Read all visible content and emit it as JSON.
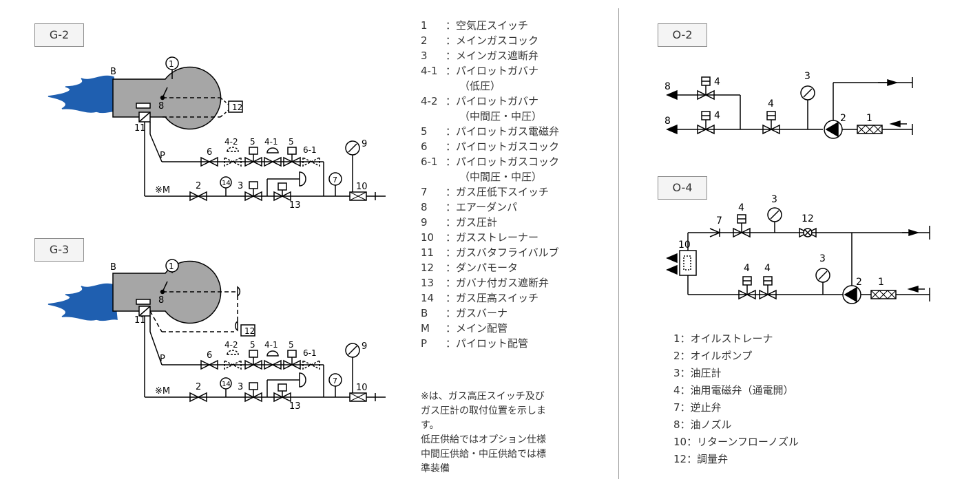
{
  "diagrams": {
    "g2": {
      "label": "G-2"
    },
    "g3": {
      "label": "G-3"
    },
    "o2": {
      "label": "O-2"
    },
    "o4": {
      "label": "O-4"
    }
  },
  "gas_marks": {
    "n1": "1",
    "n2": "2",
    "n3": "3",
    "n4_1": "4-1",
    "n4_2": "4-2",
    "n5": "5",
    "n6": "6",
    "n6_1": "6-1",
    "n7": "7",
    "n8": "8",
    "n9": "9",
    "n10": "10",
    "n11": "11",
    "n12": "12",
    "n13": "13",
    "n14": "14",
    "b": "B",
    "p": "P",
    "m": "※M"
  },
  "oil_marks": {
    "n1": "1",
    "n2": "2",
    "n3": "3",
    "n4": "4",
    "n7": "7",
    "n8": "8",
    "n10": "10",
    "n12": "12"
  },
  "gas_legend": [
    {
      "num": "1",
      "text": "：空気圧スイッチ"
    },
    {
      "num": "2",
      "text": "：メインガスコック"
    },
    {
      "num": "3",
      "text": "：メインガス遮断弁"
    },
    {
      "num": "4-1",
      "text": "：パイロットガバナ"
    },
    {
      "num": "",
      "text": "（低圧）"
    },
    {
      "num": "4-2",
      "text": "：パイロットガバナ"
    },
    {
      "num": "",
      "text": "（中間圧・中圧）"
    },
    {
      "num": "5",
      "text": "：パイロットガス電磁弁"
    },
    {
      "num": "6",
      "text": "：パイロットガスコック"
    },
    {
      "num": "6-1",
      "text": "：パイロットガスコック"
    },
    {
      "num": "",
      "text": "（中間圧・中圧）"
    },
    {
      "num": "7",
      "text": "：ガス圧低下スイッチ"
    },
    {
      "num": "8",
      "text": "：エアーダンパ"
    },
    {
      "num": "9",
      "text": "：ガス圧計"
    },
    {
      "num": "10",
      "text": "：ガスストレーナー"
    },
    {
      "num": "11",
      "text": "：ガスバタフライバルブ"
    },
    {
      "num": "12",
      "text": "：ダンパモータ"
    },
    {
      "num": "13",
      "text": "：ガバナ付ガス遮断弁"
    },
    {
      "num": "14",
      "text": "：ガス圧高スイッチ"
    },
    {
      "num": "B",
      "text": "：ガスバーナ"
    },
    {
      "num": "M",
      "text": "：メイン配管"
    },
    {
      "num": "P",
      "text": "：パイロット配管"
    }
  ],
  "note": {
    "line1": "※は、ガス高圧スイッチ及び",
    "line2": "ガス圧計の取付位置を示しま",
    "line3": "す。",
    "line4": "低圧供給ではオプション仕様",
    "line5": "中間圧供給・中圧供給では標",
    "line6": "準装備"
  },
  "oil_legend": [
    "1：オイルストレーナ",
    "2：オイルポンプ",
    "3：油圧計",
    "4：油用電磁弁（通電開）",
    "7：逆止弁",
    "8：油ノズル",
    "10：リターンフローノズル",
    "12：調量弁"
  ],
  "colors": {
    "flame": "#1f5fb0",
    "burner_body": "#a6a6a6",
    "line": "#000000",
    "label_bg": "#f4f4f4",
    "label_border": "#8c8c8c",
    "divider": "#9a9a9a"
  }
}
